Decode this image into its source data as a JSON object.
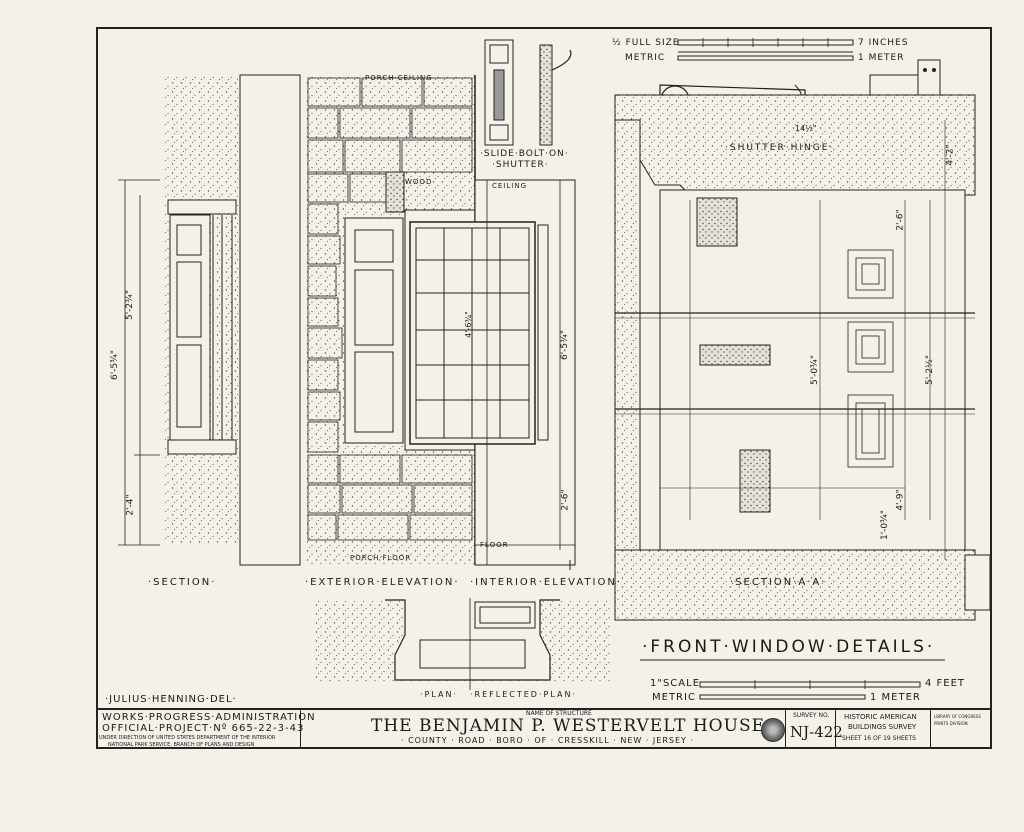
{
  "labels": {
    "section": "·SECTION·",
    "exterior_elevation": "·EXTERIOR·ELEVATION·",
    "interior_elevation": "·INTERIOR·ELEVATION·",
    "section_aa": "·SECTION·A·A·",
    "plan": "·PLAN·",
    "reflected_plan": "·REFLECTED·PLAN·",
    "slide_bolt_line1": "·SLIDE·BOLT·ON·",
    "slide_bolt_line2": "·SHUTTER·",
    "shutter_hinge": "·SHUTTER·HINGE·",
    "porch_ceiling": "PORCH·CEILING",
    "porch_floor": "PORCH·FLOOR",
    "ceiling": "CEILING",
    "floor": "FLOOR",
    "wood": "WOOD"
  },
  "dimensions": {
    "section_total": "6'-5¾\"",
    "section_mid": "5'-2¾\"",
    "section_low": "2'-4\"",
    "interior_height": "6'-5¾\"",
    "interior_low": "2'-6\"",
    "glass_height": "4'-6¾\"",
    "sec_aa_a": "5'-0¾\"",
    "sec_aa_b": "5'-2½\"",
    "sec_aa_c": "4'-9\"",
    "sec_aa_d": "1'-0¾\"",
    "sec_aa_top": "2'-6\"",
    "hinge_len": "14½\"",
    "hinge_right": "4'-2\""
  },
  "scales": {
    "top_full_size": "½ FULL SIZE",
    "top_inches": "7 INCHES",
    "top_metric": "METRIC",
    "top_meter": "1 METER",
    "bottom_scale": "1\"SCALE",
    "bottom_feet": "4 FEET",
    "bottom_metric": "METRIC",
    "bottom_meter": "1 METER"
  },
  "drawing_title": "·FRONT·WINDOW·DETAILS·",
  "delineator": "·JULIUS·HENNING·DEL·",
  "title_block": {
    "wpa_line1": "WORKS·PROGRESS·ADMINISTRATION",
    "wpa_line2": "OFFICIAL·PROJECT·Nº 665-22-3-43",
    "wpa_line3": "UNDER DIRECTION OF UNITED STATES DEPARTMENT OF THE INTERIOR",
    "wpa_line4": "NATIONAL PARK SERVICE, BRANCH OF PLANS AND DESIGN",
    "name_caption": "NAME OF STRUCTURE",
    "structure_name": "THE BENJAMIN P. WESTERVELT HOUSE",
    "location": "· COUNTY · ROAD · BORO · OF · CRESSKILL · NEW · JERSEY ·",
    "survey_caption": "SURVEY NO.",
    "survey_number": "NJ-422",
    "habs_line1": "HISTORIC AMERICAN",
    "habs_line2": "BUILDINGS SURVEY",
    "sheet_info": "SHEET 16 OF 19 SHEETS",
    "loc_line1": "LIBRARY OF CONGRESS",
    "loc_line2": "PRINTS DIVISION"
  }
}
